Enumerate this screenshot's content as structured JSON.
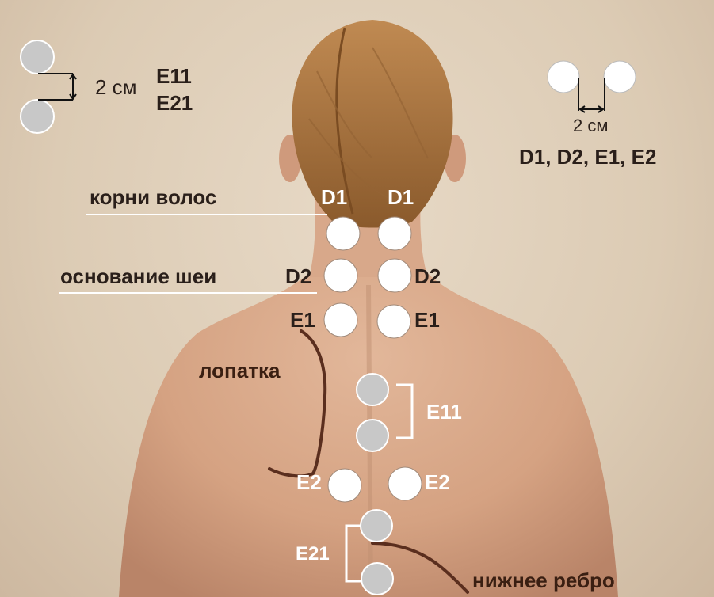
{
  "legend_top_left": {
    "distance": "2 см",
    "codes": [
      "E11",
      "E21"
    ]
  },
  "legend_top_right": {
    "distance": "2 см",
    "codes": "D1, D2, E1, E2"
  },
  "landmarks": {
    "hair_roots": "корни волос",
    "neck_base": "основание шеи",
    "scapula": "лопатка",
    "lower_rib": "нижнее ребро"
  },
  "electrodes": {
    "d1_left": "D1",
    "d1_right": "D1",
    "d2_left": "D2",
    "d2_right": "D2",
    "e1_left": "E1",
    "e1_right": "E1",
    "e11": "E11",
    "e2_left": "E2",
    "e2_right": "E2",
    "e21": "E21"
  },
  "colors": {
    "background": "#dccbb4",
    "skin": "#d9a98a",
    "hair": "#a8733f",
    "electrode_white": "#ffffff",
    "electrode_gray": "#c8c8c8",
    "curve_brown": "#5a2e1e"
  }
}
